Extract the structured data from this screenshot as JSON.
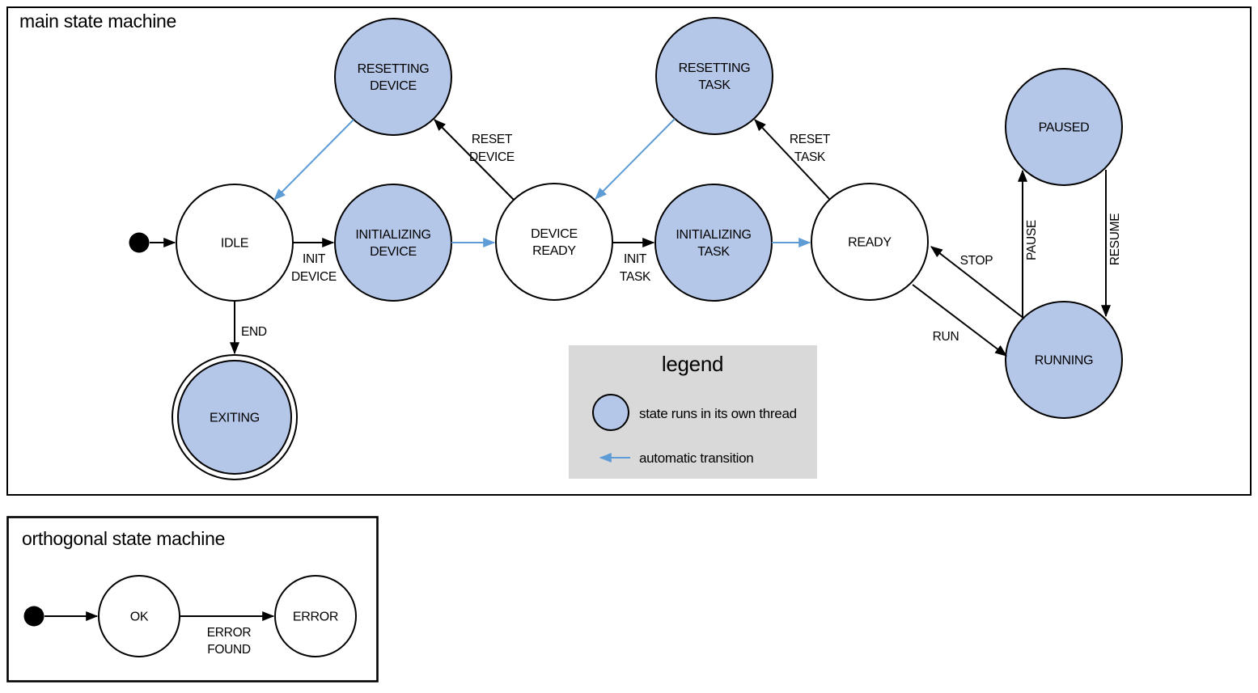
{
  "colors": {
    "state_fill_thread": "#b5c7e8",
    "state_fill_normal": "#ffffff",
    "stroke": "#000000",
    "auto_transition": "#5e9cd6",
    "legend_bg": "#d9d9d9"
  },
  "main": {
    "title": "main state machine",
    "states": {
      "resetting_device": {
        "line1": "RESETTING",
        "line2": "DEVICE"
      },
      "resetting_task": {
        "line1": "RESETTING",
        "line2": "TASK"
      },
      "paused": {
        "label": "PAUSED"
      },
      "idle": {
        "label": "IDLE"
      },
      "initializing_device": {
        "line1": "INITIALIZING",
        "line2": "DEVICE"
      },
      "device_ready": {
        "line1": "DEVICE",
        "line2": "READY"
      },
      "initializing_task": {
        "line1": "INITIALIZING",
        "line2": "TASK"
      },
      "ready": {
        "label": "READY"
      },
      "running": {
        "label": "RUNNING"
      },
      "exiting": {
        "label": "EXITING"
      }
    },
    "transitions": {
      "init_device": {
        "line1": "INIT",
        "line2": "DEVICE"
      },
      "init_task": {
        "line1": "INIT",
        "line2": "TASK"
      },
      "reset_device": {
        "line1": "RESET",
        "line2": "DEVICE"
      },
      "reset_task": {
        "line1": "RESET",
        "line2": "TASK"
      },
      "end": {
        "label": "END"
      },
      "run": {
        "label": "RUN"
      },
      "stop": {
        "label": "STOP"
      },
      "pause": {
        "label": "PAUSE"
      },
      "resume": {
        "label": "RESUME"
      }
    }
  },
  "legend": {
    "title": "legend",
    "items": {
      "thread": {
        "label": "state runs in its own thread"
      },
      "auto": {
        "label": "automatic transition"
      }
    }
  },
  "orthogonal": {
    "title": "orthogonal state machine",
    "states": {
      "ok": {
        "label": "OK"
      },
      "error": {
        "label": "ERROR"
      }
    },
    "transitions": {
      "error_found": {
        "line1": "ERROR",
        "line2": "FOUND"
      }
    }
  }
}
